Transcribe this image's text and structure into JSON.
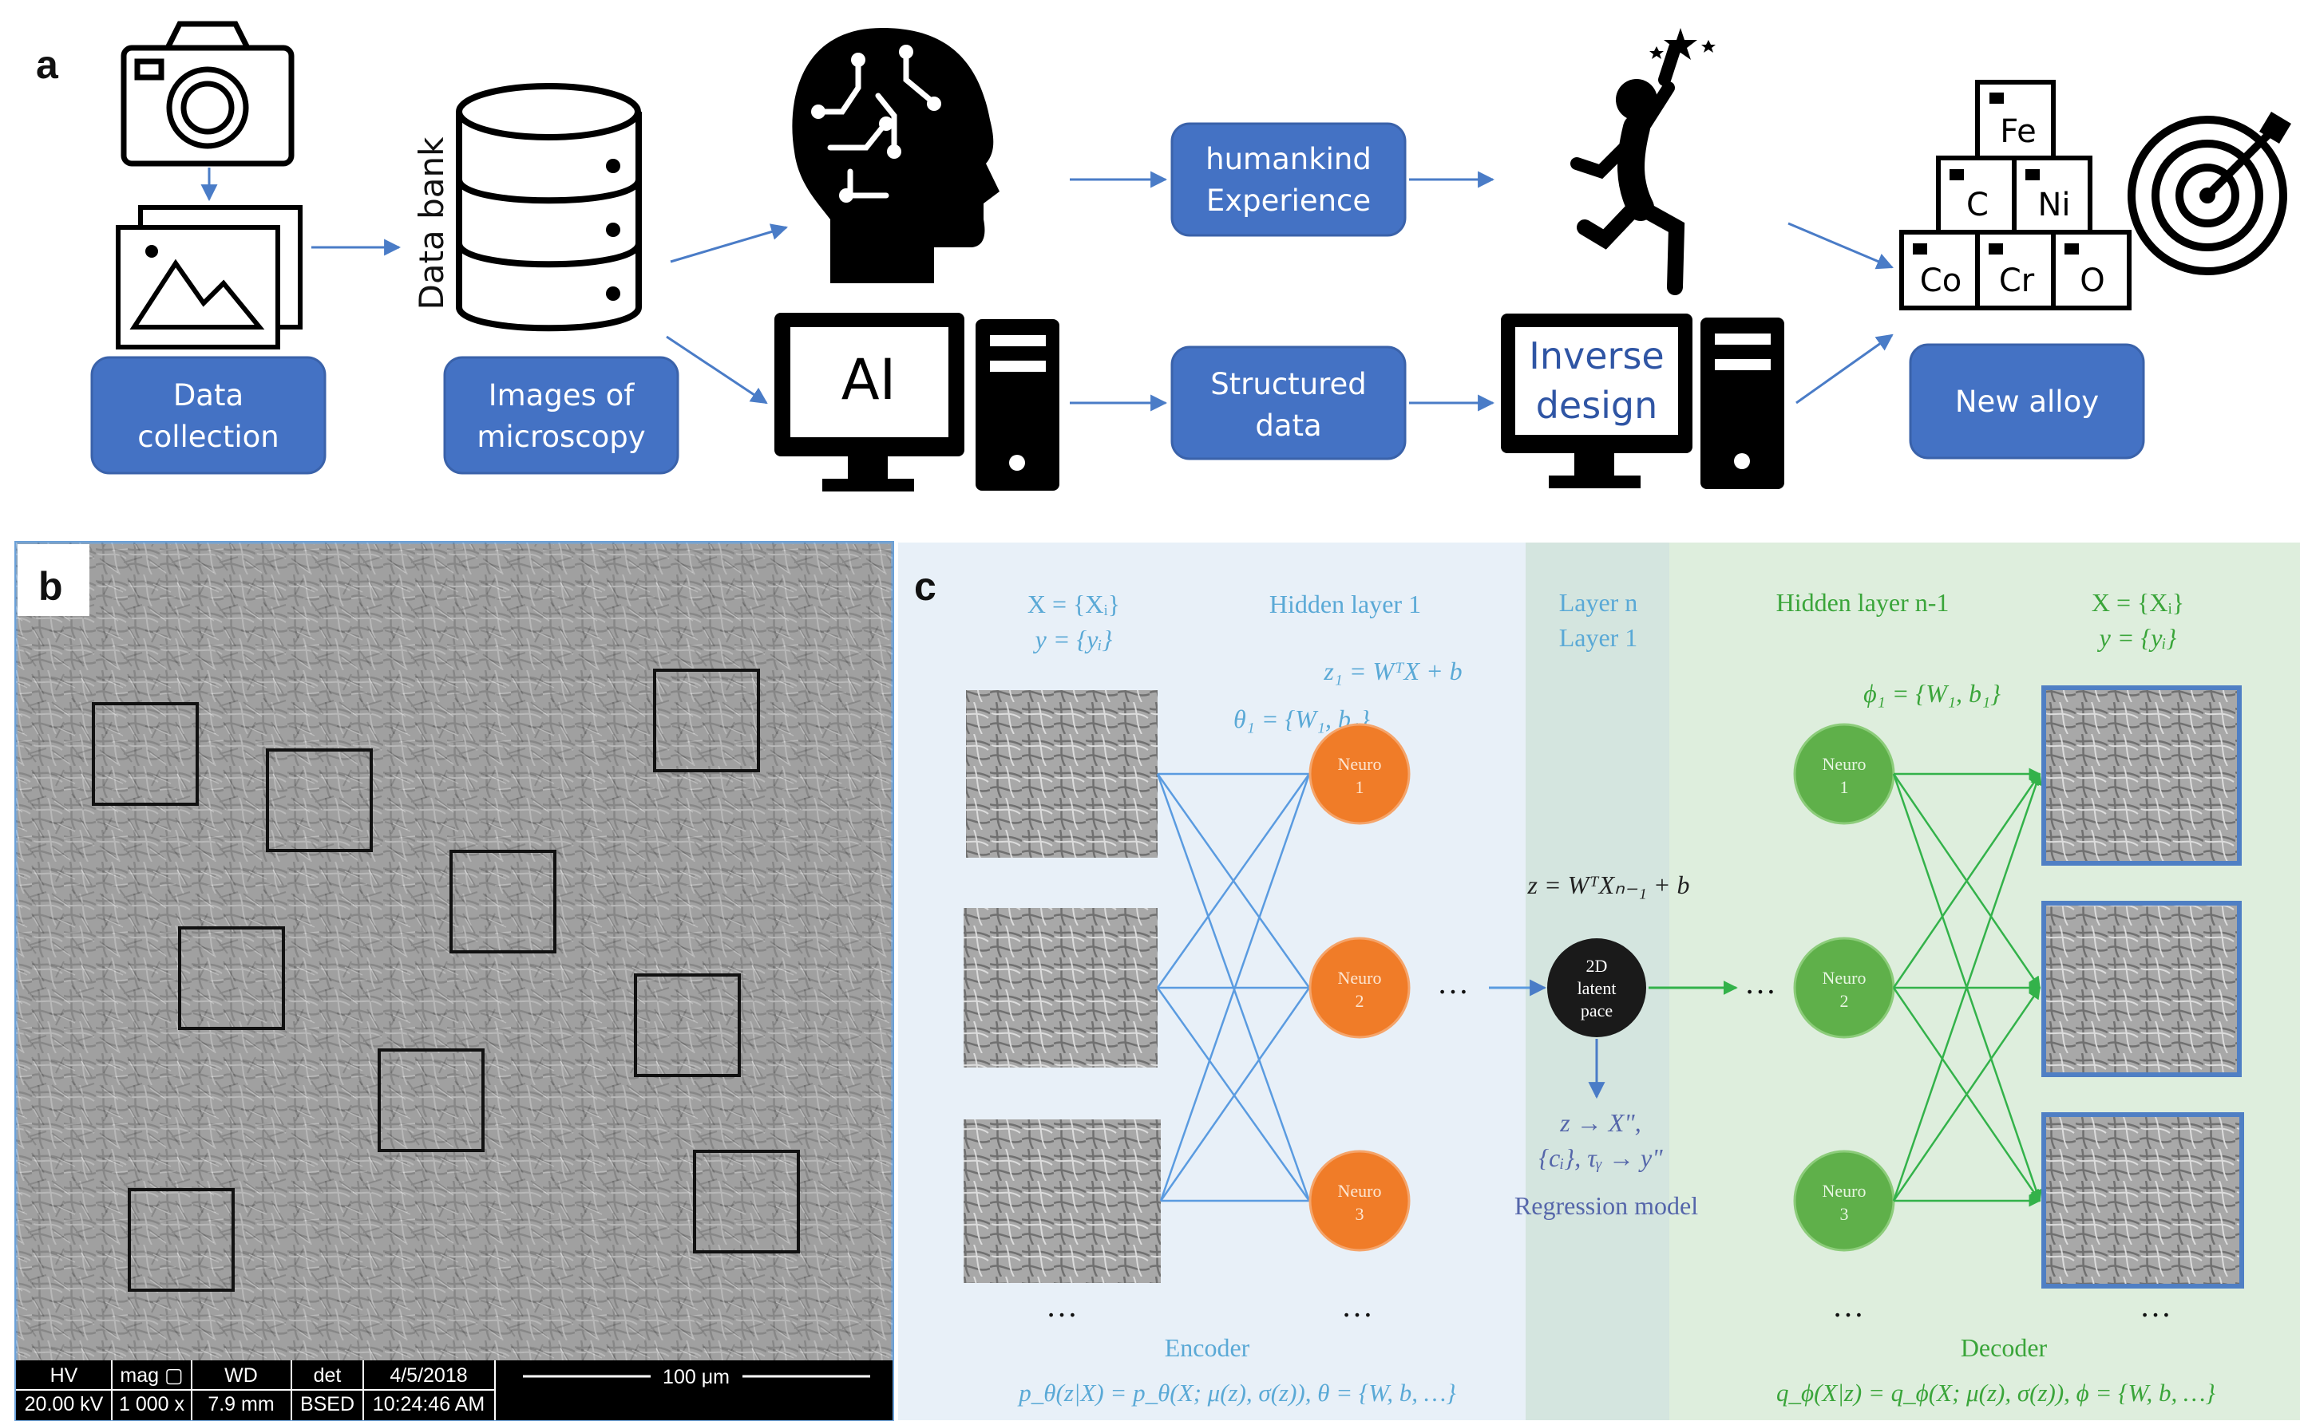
{
  "panel_a": {
    "label": "a",
    "data_bank": "Data bank",
    "ai_text": "AI",
    "inverse_line1": "Inverse",
    "inverse_line2": "design",
    "boxes": {
      "data_collection": [
        "Data",
        "collection"
      ],
      "images_microscopy": [
        "Images of",
        "microscopy"
      ],
      "humankind": [
        "humankind",
        "Experience"
      ],
      "structured": [
        "Structured",
        "data"
      ],
      "new_alloy": [
        "New alloy"
      ]
    },
    "elements": [
      "Fe",
      "C",
      "Ni",
      "Co",
      "Cr",
      "O"
    ]
  },
  "panel_b": {
    "label": "b",
    "info_headers": [
      "HV",
      "mag ▢",
      "WD",
      "det",
      "4/5/2018"
    ],
    "info_values": [
      "20.00 kV",
      "1 000 x",
      "7.9 mm",
      "BSED",
      "10:24:46 AM"
    ],
    "scale": "100 μm"
  },
  "panel_c": {
    "label": "c",
    "input_x": "X = {Xᵢ}",
    "input_y": "y = {yᵢ}",
    "hidden1": "Hidden layer 1",
    "z1": "z₁ = WᵀX + b",
    "theta1": "θ₁ = {W₁, b₁}",
    "layer_n": "Layer n",
    "layer_1": "Layer 1",
    "hidden_n1": "Hidden layer n-1",
    "phi1": "ϕ₁ = {W₁, b₁}",
    "out_x": "X = {Xᵢ}",
    "out_y": "y = {yᵢ}",
    "z_formula": "z = WᵀXₙ₋₁ + b",
    "latent": [
      "2D",
      "latent",
      "pace"
    ],
    "enc_neurons": [
      [
        "Neuro",
        "1"
      ],
      [
        "Neuro",
        "2"
      ],
      [
        "Neuro",
        "3"
      ]
    ],
    "dec_neurons": [
      [
        "Neuro",
        "1"
      ],
      [
        "Neuro",
        "2"
      ],
      [
        "Neuro",
        "3"
      ]
    ],
    "reg1": "z → X\",",
    "reg2": "{cᵢ}, τᵧ → y\"",
    "reg_label": "Regression model",
    "encoder": "Encoder",
    "encoder_formula": "p_θ(z|X) = p_θ(X; μ(z), σ(z)), θ = {W, b, …}",
    "decoder": "Decoder",
    "decoder_formula": "q_ϕ(X|z) = q_ϕ(X; μ(z), σ(z)), ϕ = {W, b, …}",
    "dots": "…"
  },
  "colors": {
    "box_blue": "#4472c4",
    "arrow_blue": "#4a7cc7",
    "encoder_bg": "#e8f0f8",
    "latent_bg": "#d4e5df",
    "decoder_bg": "#deeedd",
    "neuron_orange": "#f07c28",
    "neuron_green": "#5fb04a",
    "edge_blue": "#5a9be0",
    "edge_green": "#33b24a"
  }
}
